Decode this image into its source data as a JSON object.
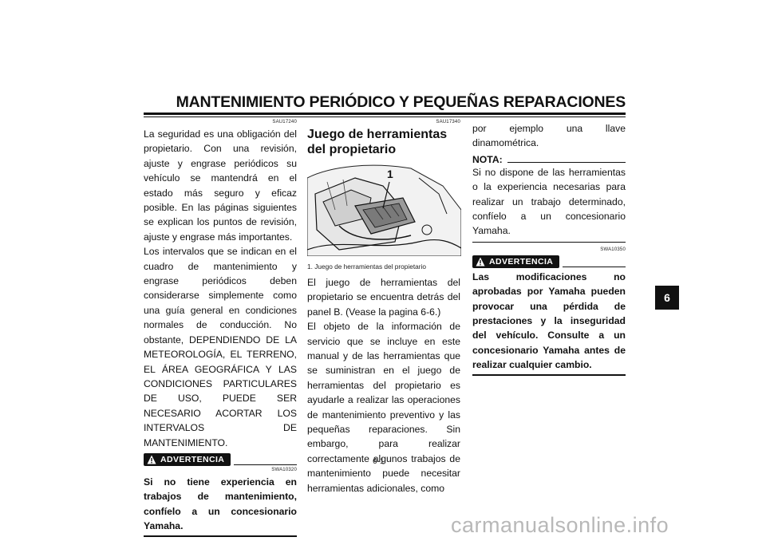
{
  "header": {
    "title": "MANTENIMIENTO PERIÓDICO Y PEQUEÑAS REPARACIONES"
  },
  "col1": {
    "code": "SAU17240",
    "para1": "La seguridad es una obligación del propietario. Con una revisión, ajuste y engrase periódicos su vehículo se mantendrá en el estado más seguro y eficaz posible. En las páginas siguientes se explican los puntos de revisión, ajuste y engrase más importantes.",
    "para2": "Los intervalos que se indican en el cuadro de mantenimiento y engrase periódicos deben considerarse simplemente como una guía general en condiciones normales de conducción. No obstante, DEPENDIENDO DE LA METEOROLOGÍA, EL TERRENO, EL ÁREA GEOGRÁFICA Y LAS CONDICIONES PARTICULARES DE USO, PUEDE SER NECESARIO ACORTAR LOS INTERVALOS DE MANTENIMIENTO.",
    "warning_label": "ADVERTENCIA",
    "warning_code": "SWA10320",
    "warning_text": "Si no tiene experiencia en trabajos de mantenimiento, confíelo a un concesionario Yamaha."
  },
  "col2": {
    "code": "SAU17340",
    "heading": "Juego de herramientas del propietario",
    "figure_callout": "1",
    "caption": "1. Juego de herramientas del propietario",
    "para1": "El juego de herramientas del propietario se encuentra detrás del panel B. (Vease la pagina 6-6.)",
    "para2": "El objeto de la información de servicio que se incluye en este manual y de las herramientas que se suministran en el juego de herramientas del propietario es ayudarle a realizar las operaciones de mantenimiento preventivo y las pequeñas reparaciones. Sin embargo, para realizar correctamente algunos trabajos de mantenimiento puede necesitar herramientas adicionales, como"
  },
  "col3": {
    "para1": "por ejemplo una llave dinamométrica.",
    "nota_label": "NOTA:",
    "nota_text": "Si no dispone de las herramientas o la experiencia necesarias para realizar un trabajo determinado, confíelo a un concesionario Yamaha.",
    "warning_code": "SWA10350",
    "warning_label": "ADVERTENCIA",
    "warning_text": "Las modificaciones no aprobadas por Yamaha pueden provocar una pérdida de prestaciones y la inseguridad del vehículo. Consulte a un concesionario Yamaha antes de realizar cualquier cambio."
  },
  "footer": {
    "page_number": "6-1",
    "chapter": "6",
    "watermark": "carmanualsonline.info"
  },
  "icons": {
    "warning": "warning-triangle-icon"
  }
}
